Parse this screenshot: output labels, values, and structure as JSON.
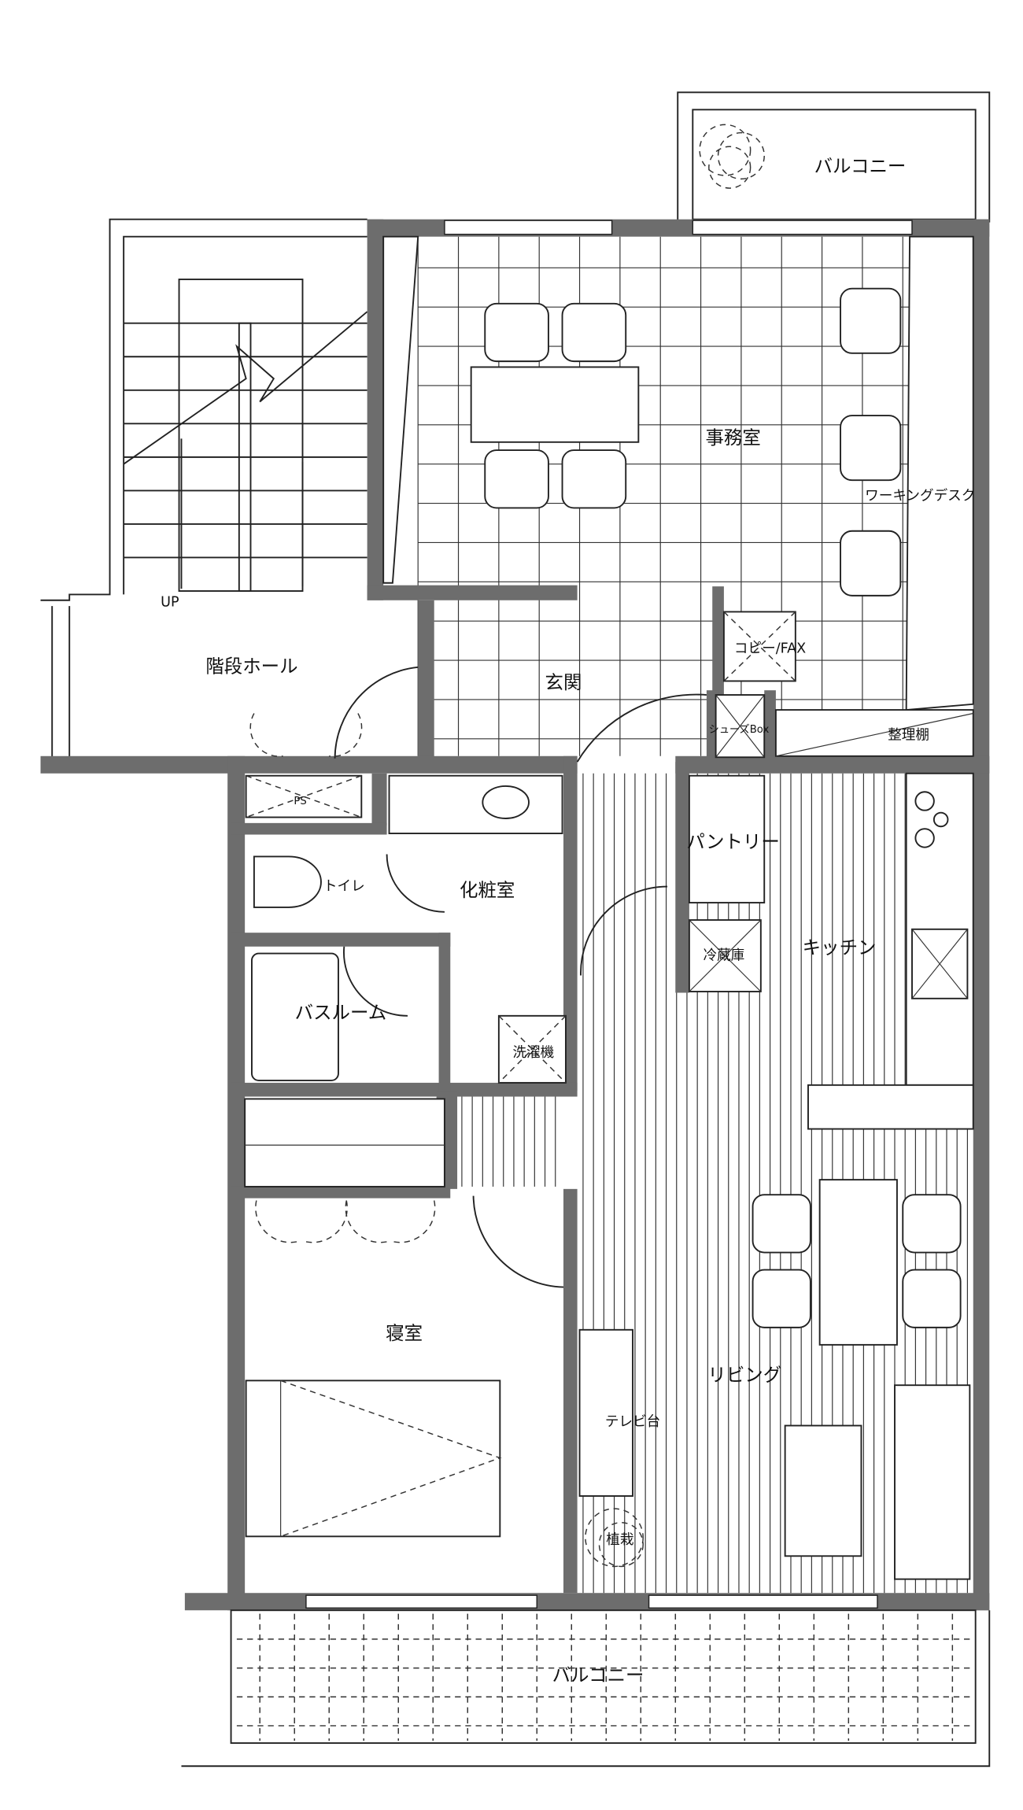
{
  "labels": {
    "balcony_top": "バルコニー",
    "office": "事務室",
    "working_desk": "ワーキングデスク",
    "up": "UP",
    "stair_hall": "階段ホール",
    "entrance": "玄関",
    "copy_fax": "コピー/FAX",
    "shoe_box": "シューズBox",
    "shelf": "整理棚",
    "ps": "PS",
    "toilet": "トイレ",
    "powder_room": "化粧室",
    "pantry": "パントリー",
    "kitchen": "キッチン",
    "fridge": "冷蔵庫",
    "bathroom": "バスルーム",
    "washer": "洗濯機",
    "bedroom": "寝室",
    "living": "リビング",
    "tv_stand": "テレビ台",
    "plants": "植栽",
    "balcony_bottom": "バルコニー"
  },
  "colors": {
    "wall": "#6d6d6d",
    "line": "#222222"
  }
}
